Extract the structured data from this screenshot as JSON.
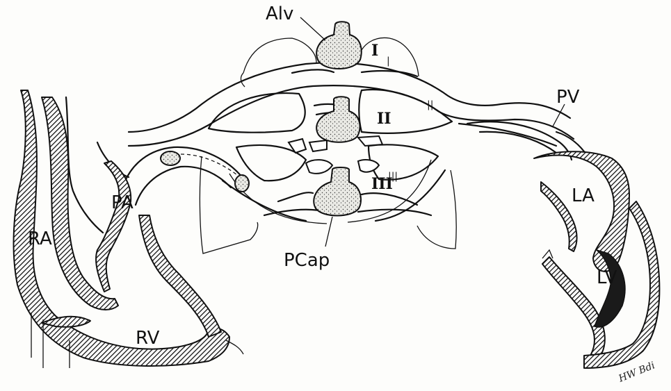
{
  "labels": {
    "alv": "Alv",
    "pv": "PV",
    "pa": "PA",
    "ra": "RA",
    "rv": "RV",
    "la": "LA",
    "lv": "LV",
    "pcap": "PCap",
    "zone_1": "I",
    "zone_2": "II",
    "zone_3": "III"
  },
  "tick_marks": {
    "zone_1_tick": "|",
    "zone_2_tick": "||",
    "zone_3_tick": "|||"
  },
  "signature": "HW Bdi"
}
